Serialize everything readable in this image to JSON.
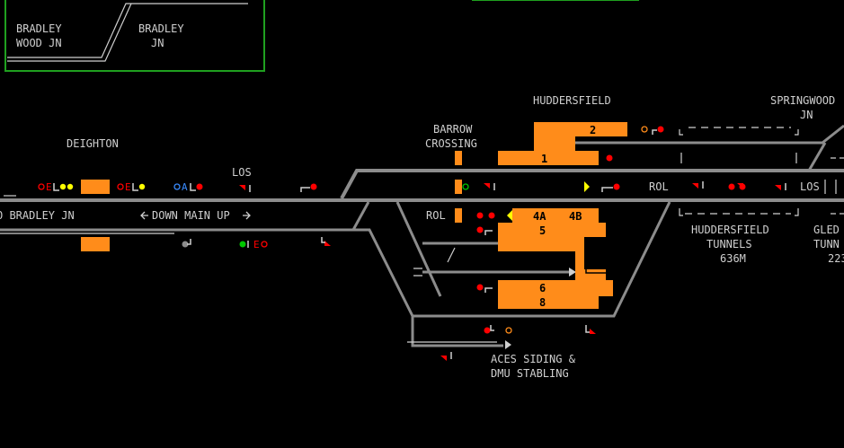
{
  "labels": {
    "bradley_wood_jn_1": "BRADLEY",
    "bradley_wood_jn_2": "WOOD JN",
    "bradley_jn_1": "BRADLEY",
    "bradley_jn_2": "JN",
    "deighton": "DEIGHTON",
    "huddersfield": "HUDDERSFIELD",
    "springwood_1": "SPRINGWOOD",
    "springwood_2": "JN",
    "barrow_1": "BARROW",
    "barrow_2": "CROSSING",
    "los_left": "LOS",
    "los_right": "LOS",
    "rol_left": "ROL",
    "rol_right": "ROL",
    "to_bradley": "O BRADLEY JN",
    "down_main_up": "DOWN MAIN UP",
    "tunnels_1": "HUDDERSFIELD",
    "tunnels_2": "TUNNELS",
    "tunnels_3": "636M",
    "gled_1": "GLED",
    "gled_2": "TUNN",
    "gled_3": "223",
    "aces_1": "ACES SIDING &",
    "aces_2": "DMU STABLING"
  },
  "platforms": {
    "p1": "1",
    "p2": "2",
    "p4a": "4A",
    "p4b": "4B",
    "p5": "5",
    "p6": "6",
    "p8": "8"
  },
  "aspects": {
    "e1": "E",
    "e2": "E",
    "a1": "A",
    "e3": "E"
  },
  "colors": {
    "background": "#000000",
    "track": "#8c8c8c",
    "occupied": "#ff8c1a",
    "signal_red": "#ff0000",
    "border_green": "#1fa01f",
    "signal_yellow": "#ffff00",
    "signal_green": "#00c800",
    "aspect_blue": "#3a8cff"
  }
}
